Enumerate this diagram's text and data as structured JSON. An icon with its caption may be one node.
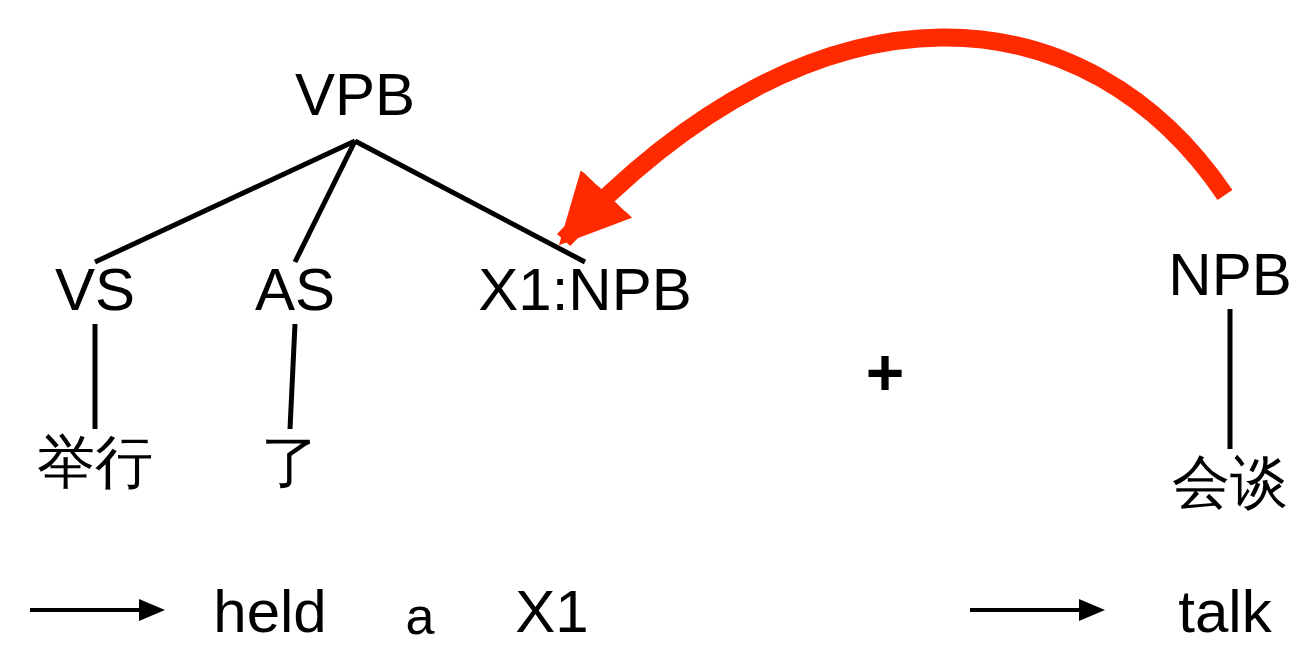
{
  "diagram": {
    "nodes": [
      {
        "text": [
          "VPB"
        ]
      },
      {
        "text": [
          "VS"
        ]
      },
      {
        "text": [
          "AS"
        ]
      },
      {
        "text": [
          "X1:NPB"
        ]
      },
      {
        "text": [
          "举行"
        ]
      },
      {
        "text": [
          "了"
        ]
      },
      {
        "text": [
          "NPB"
        ]
      },
      {
        "text": [
          "会谈"
        ]
      }
    ],
    "edges": [
      {
        "from": 0,
        "to": 1,
        "arrow": "none"
      },
      {
        "from": 0,
        "to": 2,
        "arrow": "none"
      },
      {
        "from": 0,
        "to": 3,
        "arrow": "none"
      },
      {
        "from": 1,
        "to": 4,
        "arrow": "none"
      },
      {
        "from": 2,
        "to": 5,
        "arrow": "none"
      },
      {
        "from": 6,
        "to": 7,
        "arrow": "none"
      },
      {
        "from": 6,
        "to": 3,
        "arrow": "to",
        "style": "thick",
        "color": "#ff2a00"
      }
    ],
    "labels": [
      "+",
      "held",
      "a",
      "X1",
      "talk"
    ]
  }
}
